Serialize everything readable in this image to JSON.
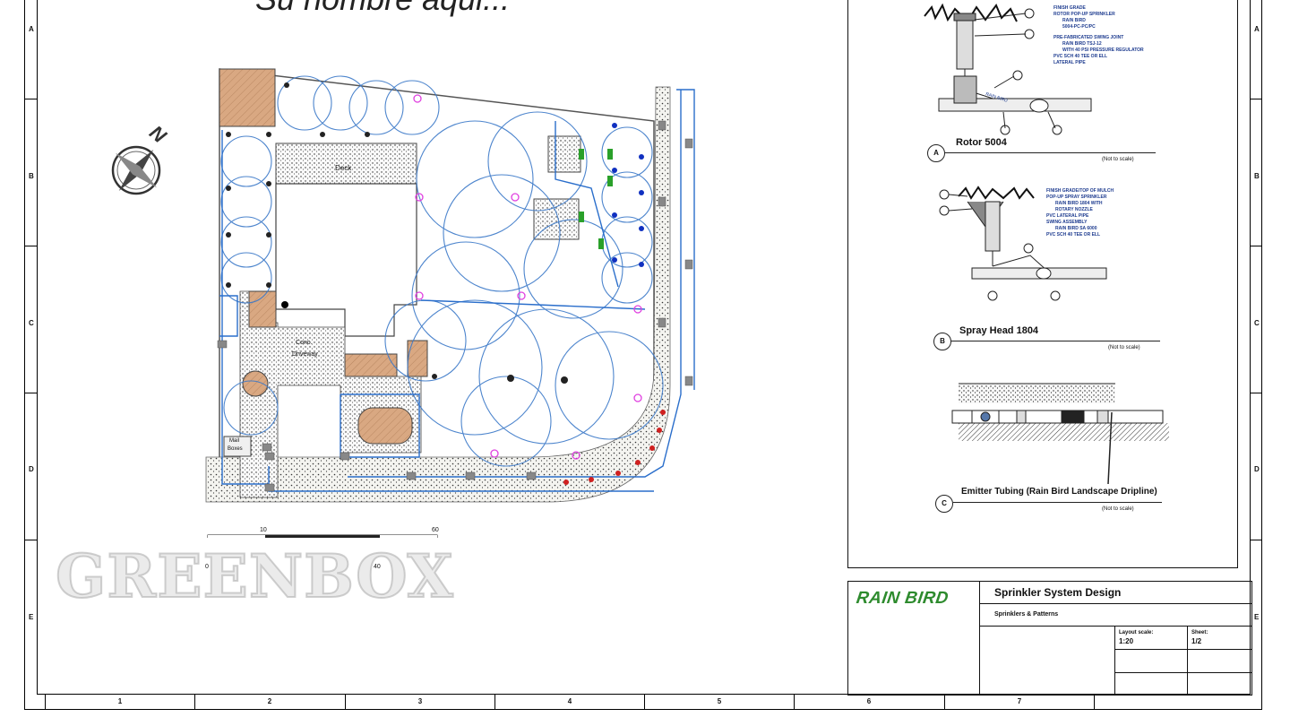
{
  "header_text": "Su nombre aqui...",
  "grid": {
    "rows": [
      "A",
      "B",
      "C",
      "D",
      "E"
    ],
    "cols": [
      "1",
      "2",
      "3",
      "4",
      "5",
      "6",
      "7"
    ]
  },
  "plan_labels": {
    "deck": "Deck",
    "driveway_line1": "Conc.",
    "driveway_line2": "Driveway",
    "mailbox_line1": "Mail",
    "mailbox_line2": "Boxes",
    "north": "N"
  },
  "scale_bar": {
    "top": [
      "10",
      "60"
    ],
    "bottom": [
      "0",
      "40"
    ]
  },
  "watermark": "GREENBOX",
  "details": [
    {
      "id": "A",
      "title": "Rotor 5004",
      "note": "(Not to scale)",
      "legend": [
        "FINISH GRADE",
        "ROTOR POP-UP SPRINKLER",
        "RAIN BIRD",
        "5004-PC-PC/PC",
        "PRE-FABRICATED SWING JOINT",
        "RAIN BIRD TSJ-12",
        "WITH 40 PSI PRESSURE REGULATOR",
        "PVC SCH 40 TEE OR ELL",
        "LATERAL PIPE"
      ]
    },
    {
      "id": "B",
      "title": "Spray Head 1804",
      "note": "(Not to scale)",
      "legend": [
        "FINISH GRADE/TOP OF MULCH",
        "POP-UP SPRAY SPRINKLER",
        "RAIN BIRD 1804 WITH",
        "ROTARY NOZZLE",
        "PVC LATERAL PIPE",
        "SWING ASSEMBLY",
        "RAIN BIRD SA 6000",
        "PVC SCH 40 TEE OR ELL"
      ]
    },
    {
      "id": "C",
      "title": "Emitter Tubing (Rain Bird Landscape Dripline)",
      "note": "(Not to scale)",
      "legend": []
    }
  ],
  "title_block": {
    "logo": "RAIN BIRD",
    "title": "Sprinkler System Design",
    "subtitle": "Sprinklers & Patterns",
    "layout_scale_label": "Layout scale:",
    "layout_scale_value": "1:20",
    "sheet_label": "Sheet:",
    "sheet_value": "1/2"
  },
  "colors": {
    "pipe": "#2a6ecb",
    "arc": "#3a78c8",
    "brick": "#d9a882",
    "head_magenta": "#e040e0",
    "head_red": "#d02020",
    "head_green": "#2aa02a",
    "head_blue": "#1030c0"
  }
}
